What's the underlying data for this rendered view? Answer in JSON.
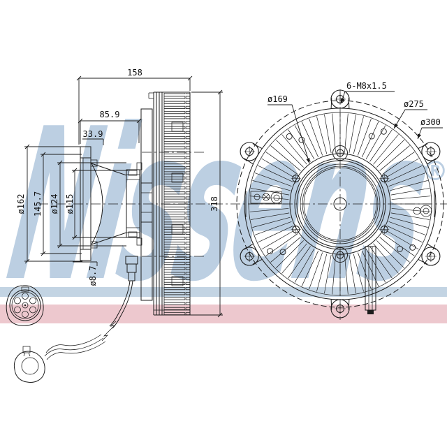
{
  "colors": {
    "band_blue": "#c3d4e3",
    "band_pink": "#edc8ce",
    "watermark": "#bccfe2",
    "line": "#1c1c1c"
  },
  "watermark": {
    "brand": "Nissens",
    "registered": "®"
  },
  "side_view": {
    "dims": {
      "total_width": "158",
      "front_width": "85.9",
      "flange_width": "33.9",
      "flange_od": "ø162",
      "flange_pcd": "145.7",
      "pilot_od": "ø124",
      "hub_od": "ø115",
      "hole_d": "ø8.7",
      "overall_d": "318"
    }
  },
  "front_view": {
    "dims": {
      "inner_pcd": "ø169",
      "bolt_spec": "6-M8x1.5",
      "ring_od": "ø275",
      "outer_od": "ø300"
    }
  }
}
